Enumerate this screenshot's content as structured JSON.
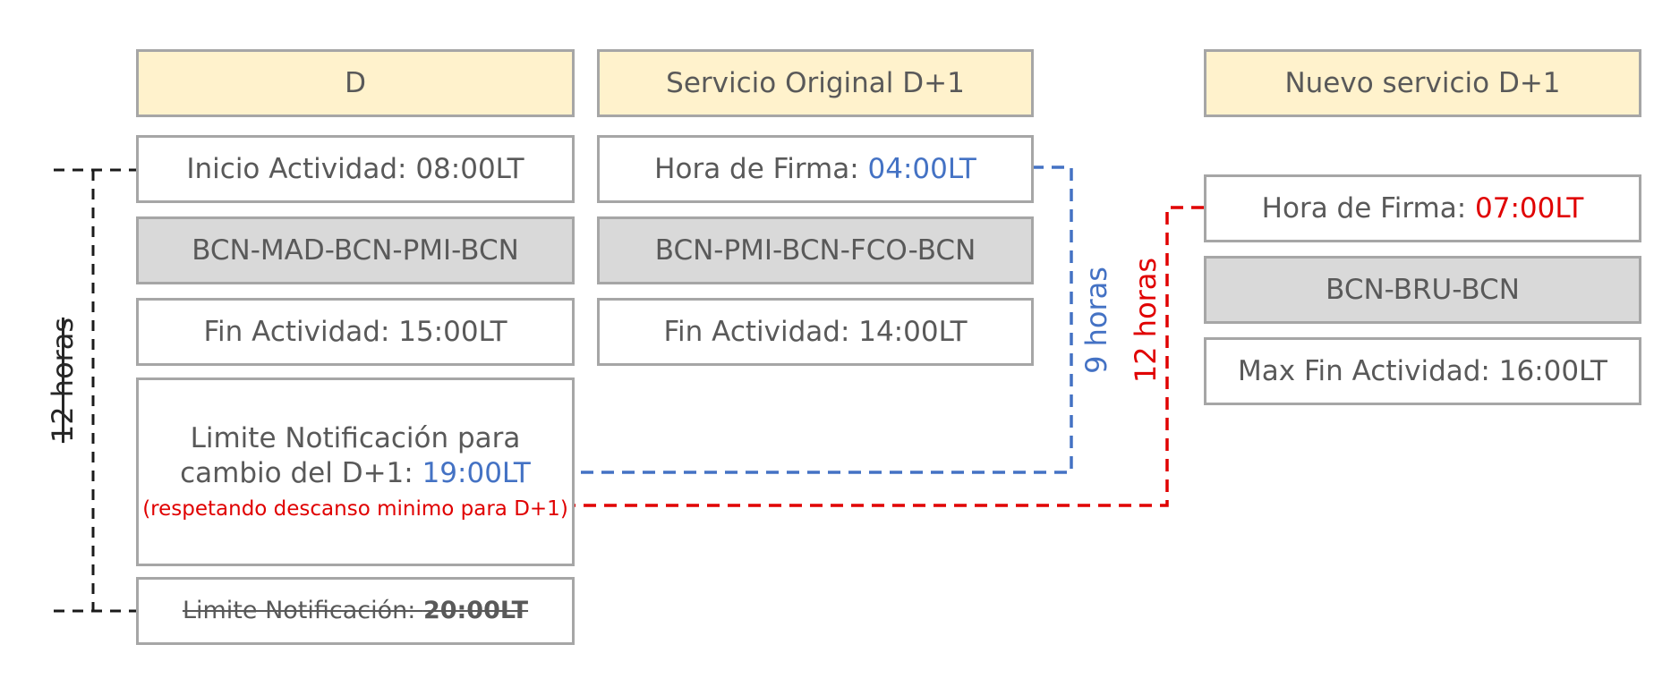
{
  "headers": {
    "d": "D",
    "original": "Servicio Original D+1",
    "nuevo": "Nuevo servicio D+1"
  },
  "d_column": {
    "inicio": "Inicio Actividad: 08:00LT",
    "route": "BCN-MAD-BCN-PMI-BCN",
    "fin": "Fin Actividad: 15:00LT",
    "limite_line1": "Limite Notificación para",
    "limite_line2_prefix": "cambio del D+1: ",
    "limite_time": "19:00LT",
    "limite_note": "(respetando descanso minimo para D+1)",
    "old_limite_prefix": "Limite Notificación: ",
    "old_limite_time": "20:00LT"
  },
  "original_column": {
    "firma_prefix": "Hora de Firma: ",
    "firma_time": "04:00LT",
    "route": "BCN-PMI-BCN-FCO-BCN",
    "fin": "Fin Actividad: 14:00LT"
  },
  "nuevo_column": {
    "firma_prefix": "Hora de Firma: ",
    "firma_time": "07:00LT",
    "route": "BCN-BRU-BCN",
    "max_fin": "Max Fin Actividad: 16:00LT"
  },
  "labels": {
    "left_12h": "12 horas",
    "blue_9h": "9 horas",
    "red_12h": "12 horas"
  },
  "colors": {
    "header_fill": "#fff2cc",
    "route_fill": "#d9d9d9",
    "border": "#a6a6a6",
    "blue": "#4472c4",
    "red": "#e00000",
    "black": "#1a1a1a"
  }
}
